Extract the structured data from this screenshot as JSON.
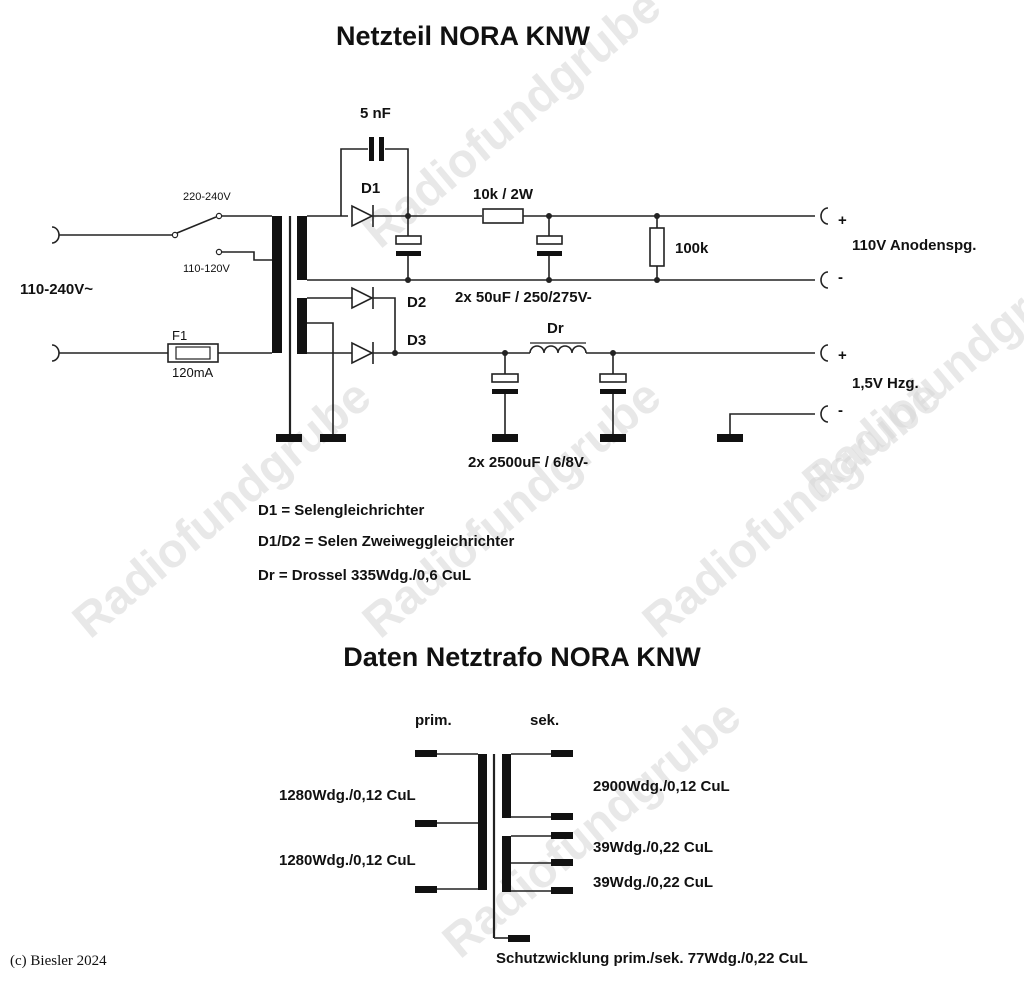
{
  "title": "Netzteil NORA KNW",
  "watermark": "Radiofundgrube",
  "schematic": {
    "mains_label": "110-240V~",
    "sw_high": "220-240V",
    "sw_low": "110-120V",
    "fuse_ref": "F1",
    "fuse_value": "120mA",
    "cap_5nf": "5 nF",
    "d1": "D1",
    "d2": "D2",
    "d3": "D3",
    "resistor": "10k / 2W",
    "r_100k": "100k",
    "anode_label": "110V Anodenspg.",
    "anode_caps": "2x 50uF / 250/275V-",
    "choke": "Dr",
    "heater_label": "1,5V Hzg.",
    "heater_caps": "2x 2500uF / 6/8V-",
    "plus": "+",
    "minus": "-"
  },
  "notes": [
    "D1 = Selengleichrichter",
    "D1/D2 = Selen Zweiweggleichrichter",
    "Dr = Drossel 335Wdg./0,6 CuL"
  ],
  "trafo": {
    "title": "Daten Netztrafo NORA KNW",
    "prim": "prim.",
    "sek": "sek.",
    "prim_w1": "1280Wdg./0,12 CuL",
    "prim_w2": "1280Wdg./0,12 CuL",
    "sek_w1": "2900Wdg./0,12 CuL",
    "sek_w2": "39Wdg./0,22 CuL",
    "sek_w3": "39Wdg./0,22 CuL",
    "shield": "Schutzwicklung prim./sek. 77Wdg./0,22 CuL"
  },
  "copyright": "(c) Biesler 2024"
}
